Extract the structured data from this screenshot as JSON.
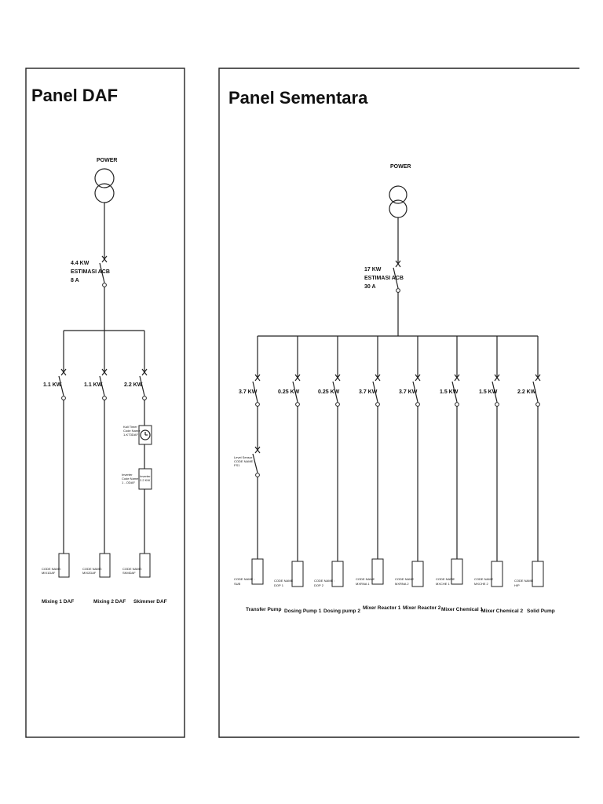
{
  "panels": [
    {
      "title": "Panel DAF",
      "power_label": "POWER",
      "main_breaker": [
        "4.4 KW",
        "ESTIMASI ACB",
        "8 A"
      ],
      "branches": [
        {
          "rating": "1.1 KW",
          "code": [
            "CODE NAME:",
            "MIX1DAF"
          ],
          "name": "Mixing 1 DAF"
        },
        {
          "rating": "1.1 KW",
          "code": [
            "CODE NAME:",
            "MIX2DAF"
          ],
          "name": "Mixing 2 DAF"
        },
        {
          "rating": "2.2 KW",
          "code": [
            "CODE NAME:",
            "SKMDAF"
          ],
          "name": "Skimmer DAF",
          "devices": [
            {
              "type": "timer",
              "label": [
                "Kali Timer",
                "Code Name:",
                "1-KT3DAF"
              ]
            },
            {
              "type": "inverter",
              "inner": [
                "Inverter",
                "2.2 KW"
              ],
              "label": [
                "Inverter",
                "Code Name:",
                "1 - ODAF"
              ]
            }
          ]
        }
      ]
    },
    {
      "title": "Panel Sementara",
      "power_label": "POWER",
      "main_breaker": [
        "17 KW",
        "ESTIMASI ACB",
        "30 A"
      ],
      "branches": [
        {
          "rating": "3.7 KW",
          "code": [
            "CODE NAME :",
            "SUB"
          ],
          "name": "Transfer Pump",
          "devices": [
            {
              "type": "sensor",
              "label": [
                "Level Sensor",
                "CODE NAME :",
                "FS1"
              ]
            }
          ]
        },
        {
          "rating": "0.25 KW",
          "code": [
            "CODE NAME",
            "DOP 1"
          ],
          "name": "Dosing Pump 1"
        },
        {
          "rating": "0.25 KW",
          "code": [
            "CODE NAME :",
            "DOP 2"
          ],
          "name": "Dosing pump 2"
        },
        {
          "rating": "3.7 KW",
          "code": [
            "CODE NAME",
            "MXRNA 1"
          ],
          "name": "Mixer Reactor 1"
        },
        {
          "rating": "3.7 KW",
          "code": [
            "CODE NAME",
            "MXRNA 2"
          ],
          "name": "Mixer Reactor 2"
        },
        {
          "rating": "1.5 KW",
          "code": [
            "CODE NAME",
            "MXCHE 1"
          ],
          "name": "Mixer Chemical 1"
        },
        {
          "rating": "1.5 KW",
          "code": [
            "CODE NAME",
            "MXCHE 2"
          ],
          "name": "Mixer Chemical 2"
        },
        {
          "rating": "2.2  KW",
          "code": [
            "CODE NAME",
            "H/P"
          ],
          "name": "Solid Pump"
        }
      ]
    }
  ]
}
